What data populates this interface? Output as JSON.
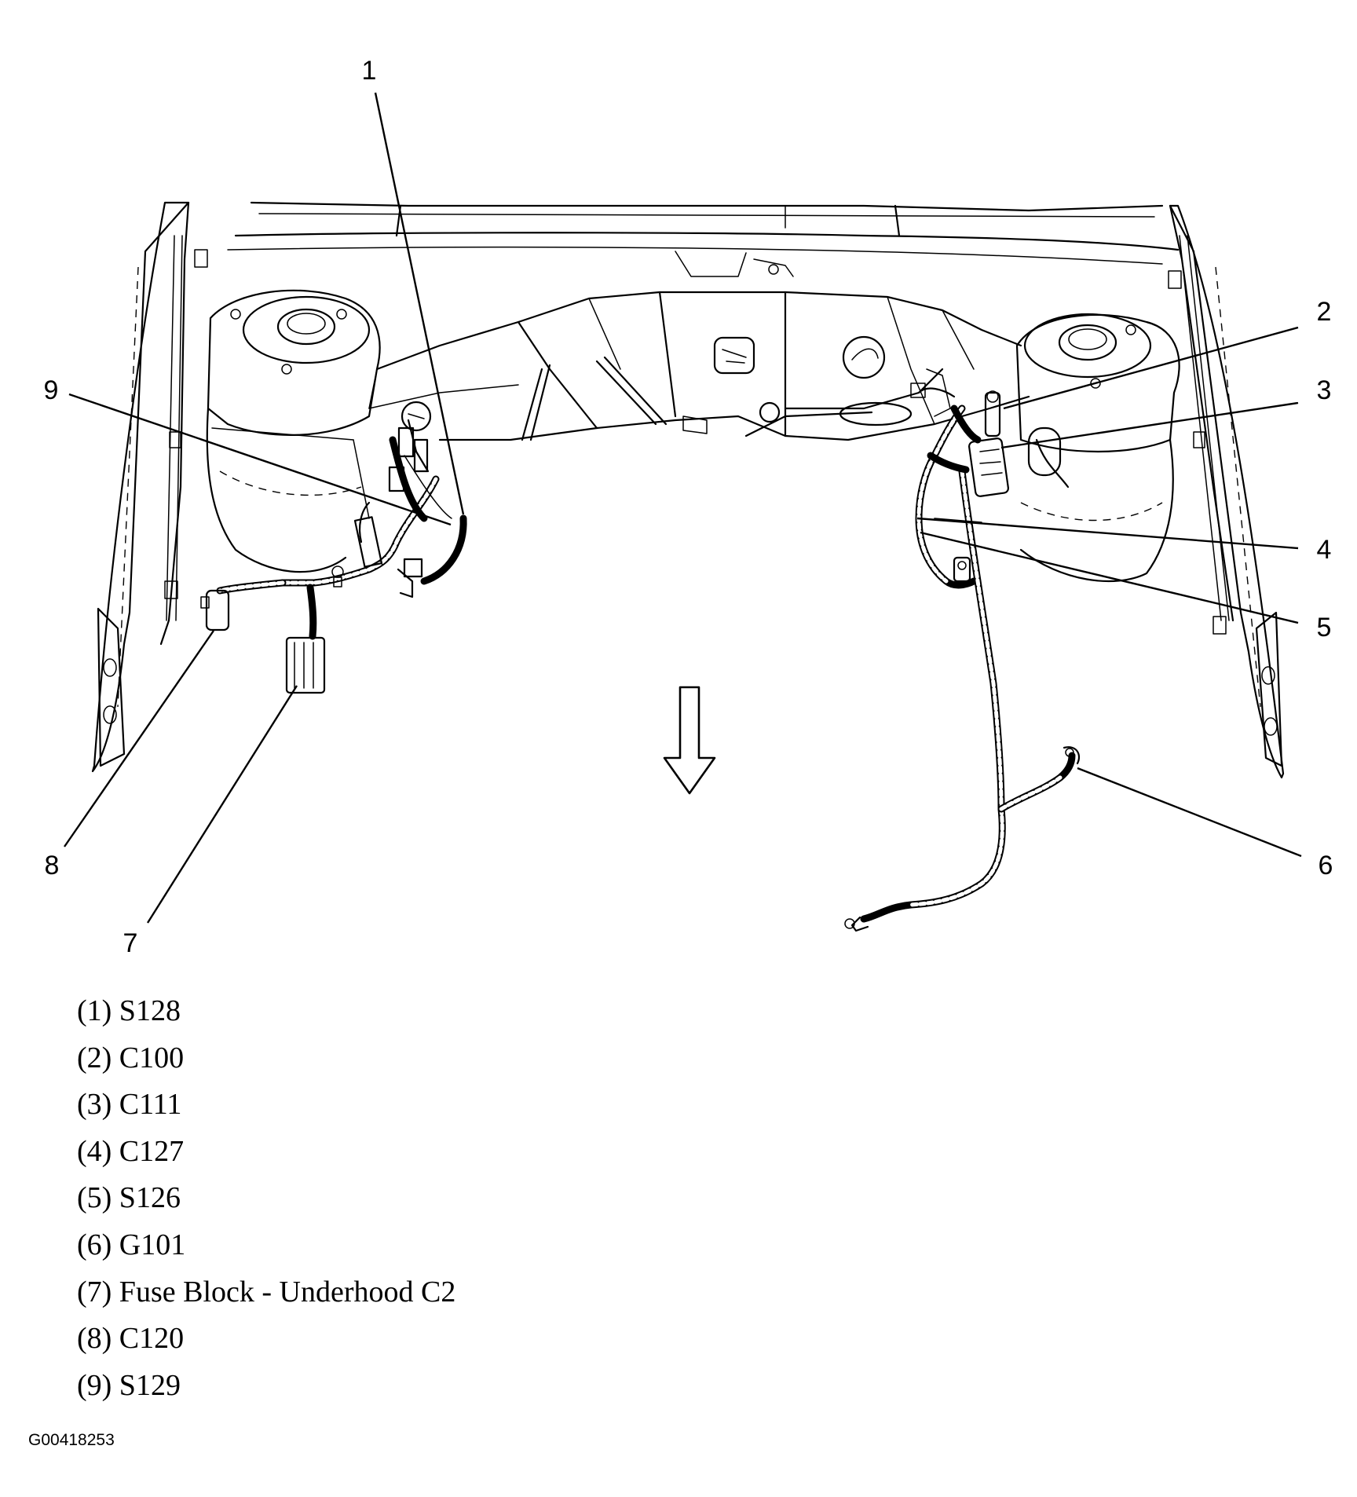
{
  "callouts": [
    {
      "number": "1",
      "code": "S128"
    },
    {
      "number": "2",
      "code": "C100"
    },
    {
      "number": "3",
      "code": "C111"
    },
    {
      "number": "4",
      "code": "C127"
    },
    {
      "number": "5",
      "code": "S126"
    },
    {
      "number": "6",
      "code": "G101"
    },
    {
      "number": "7",
      "code": "Fuse Block - Underhood C2"
    },
    {
      "number": "8",
      "code": "C120"
    },
    {
      "number": "9",
      "code": "S129"
    }
  ],
  "legend": [
    "(1) S128",
    "(2) C100",
    "(3) C111",
    "(4) C127",
    "(5) S126",
    "(6) G101",
    "(7) Fuse Block - Underhood C2",
    "(8) C120",
    "(9) S129"
  ],
  "figure_id": "G00418253",
  "icons": [
    "direction-arrow-icon"
  ]
}
